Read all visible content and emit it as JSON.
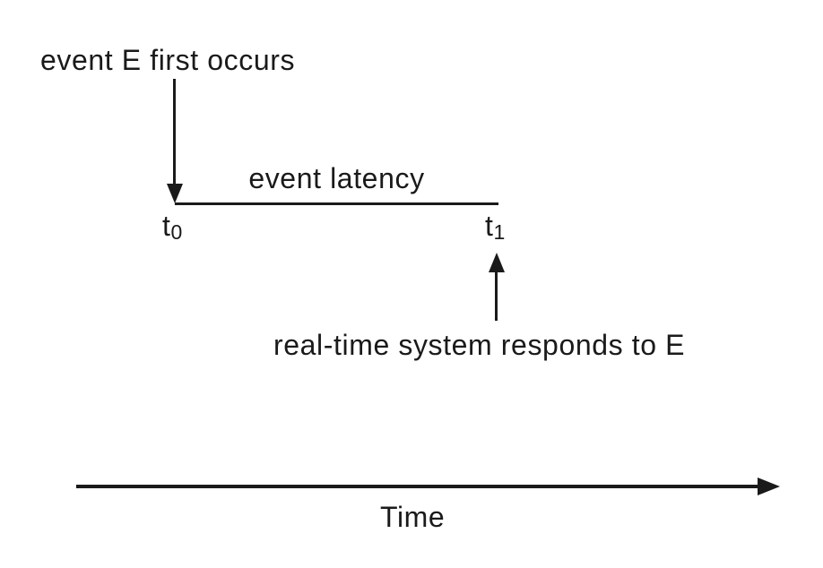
{
  "colors": {
    "ink": "#1a1a1a",
    "background": "#ffffff"
  },
  "labels": {
    "event_occurs": "event E first occurs",
    "event_latency": "event latency",
    "t0": {
      "base": "t",
      "sub": "0"
    },
    "t1": {
      "base": "t",
      "sub": "1"
    },
    "responds": "real-time system responds to E",
    "time_axis": "Time"
  }
}
